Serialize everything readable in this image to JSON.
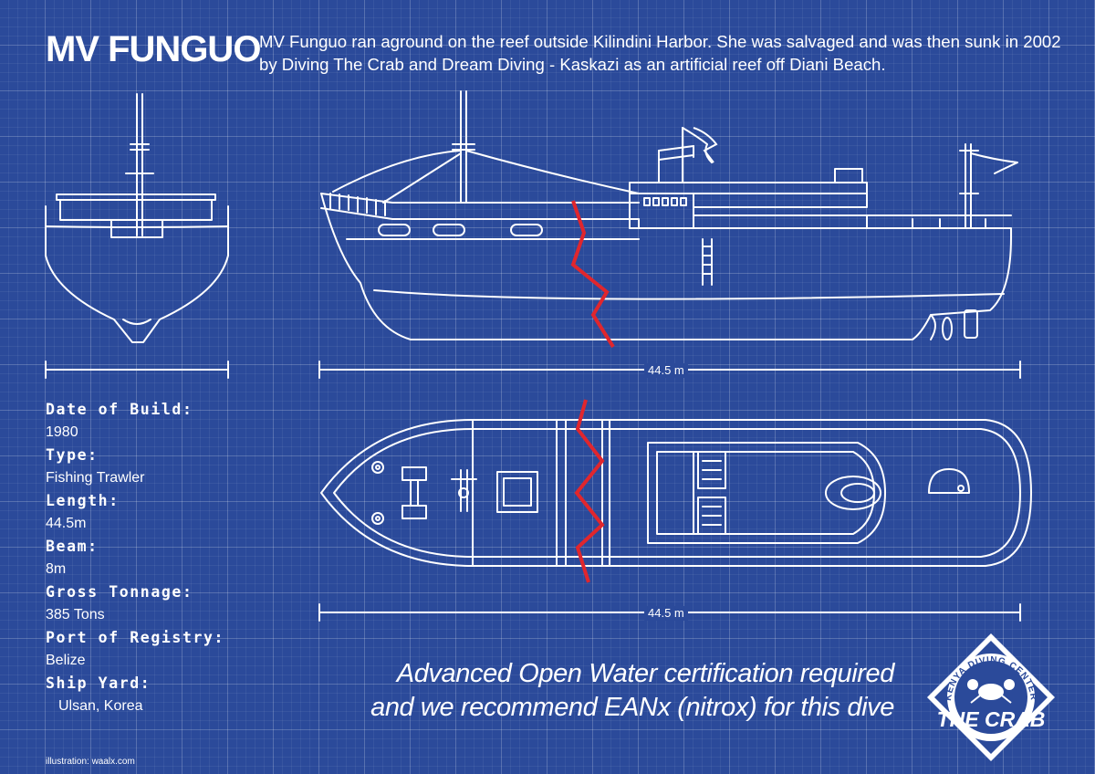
{
  "title": "MV FUNGUO",
  "description": "MV Funguo ran aground on the reef outside Kilindini Harbor. She was salvaged and was then sunk in 2002 by Diving The Crab and Dream Diving - Kaskazi as an artificial reef off Diani Beach.",
  "dimensions": {
    "side_view_length": "44.5 m",
    "top_view_length": "44.5 m"
  },
  "specs": [
    {
      "label": "Date of Build:",
      "value": "1980"
    },
    {
      "label": "Type:",
      "value": "Fishing Trawler"
    },
    {
      "label": "Length:",
      "value": "44.5m"
    },
    {
      "label": "Beam:",
      "value": "8m"
    },
    {
      "label": "Gross Tonnage:",
      "value": "385 Tons"
    },
    {
      "label": "Port of Registry:",
      "value": "Belize"
    },
    {
      "label": "Ship Yard:",
      "value": "Ulsan, Korea"
    }
  ],
  "note": {
    "line1": "Advanced Open Water certification required",
    "line2": "and we recommend EANx (nitrox) for this dive"
  },
  "credit": "illustration: waalx.com",
  "logo": {
    "ring_text": "KENYA DIVING CENTER",
    "name": "THE CRAB"
  },
  "colors": {
    "background": "#2b4a9a",
    "line": "#ffffff",
    "break_mark": "#e0262d"
  },
  "icons": [
    "flag-icon",
    "crab-icon",
    "break-mark-icon"
  ]
}
